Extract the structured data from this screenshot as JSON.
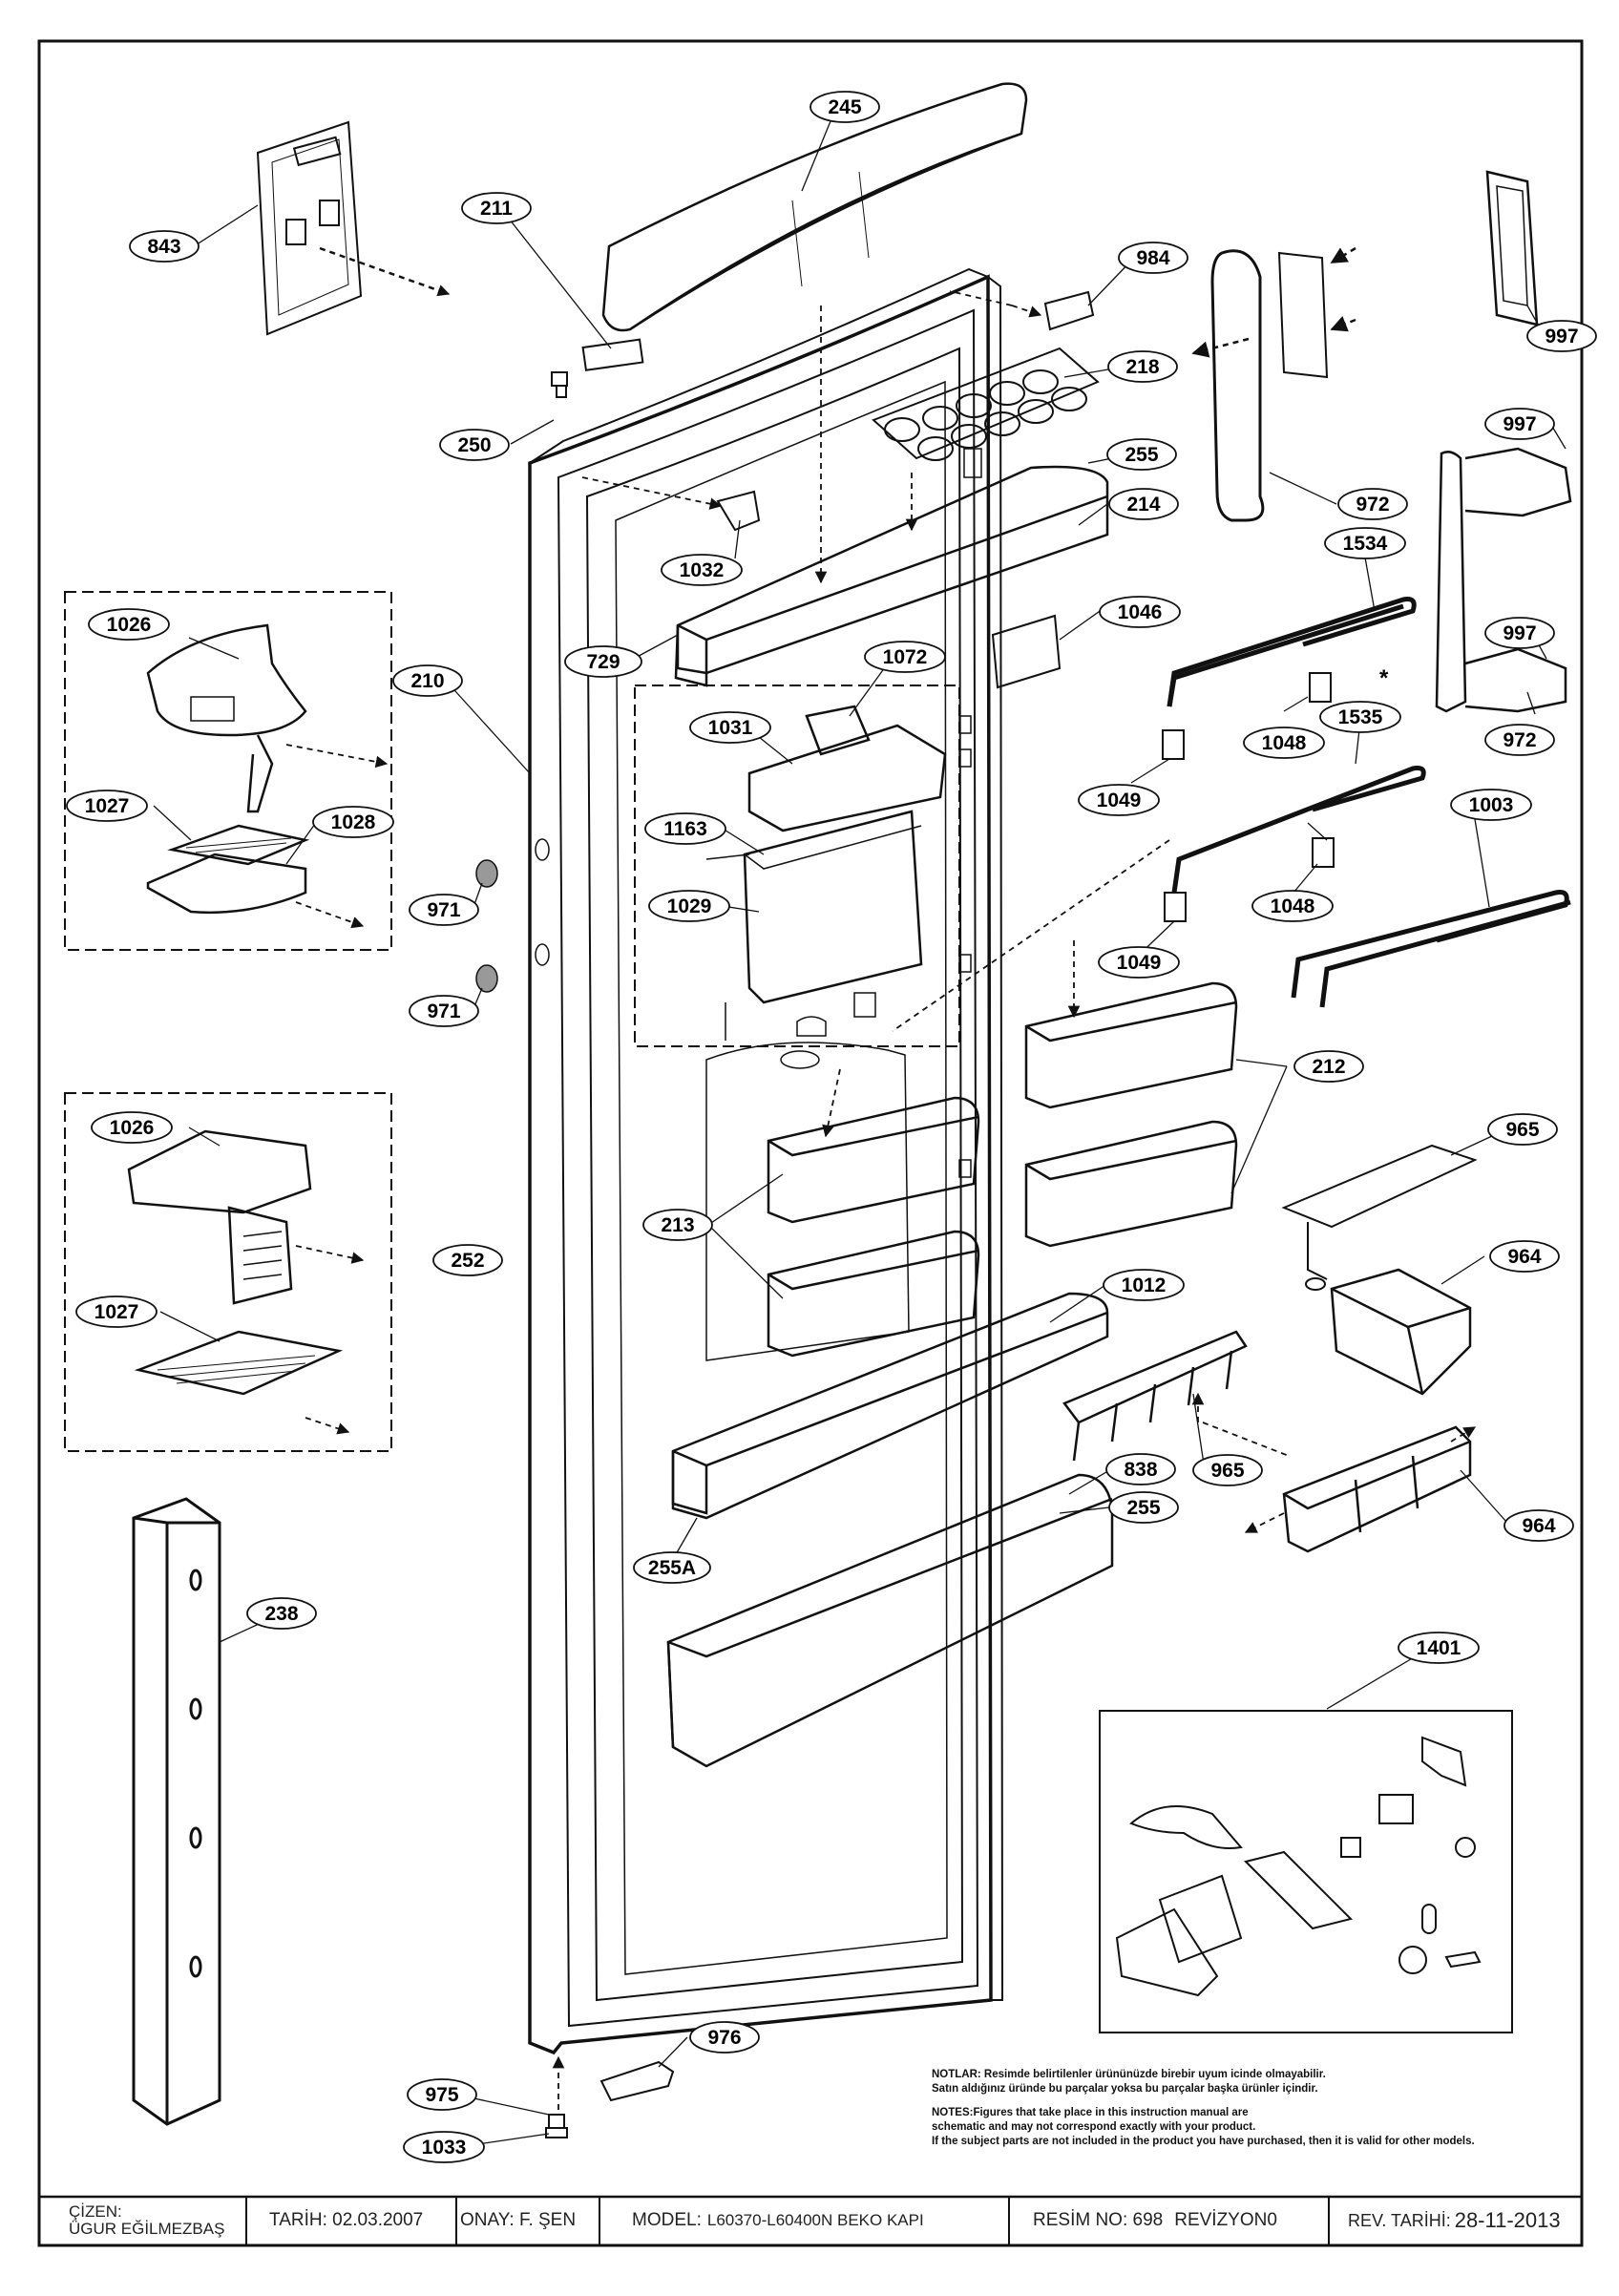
{
  "labels": [
    {
      "id": "843",
      "text": "843"
    },
    {
      "id": "245",
      "text": "245"
    },
    {
      "id": "211",
      "text": "211"
    },
    {
      "id": "984",
      "text": "984"
    },
    {
      "id": "997a",
      "text": "997"
    },
    {
      "id": "218",
      "text": "218"
    },
    {
      "id": "250",
      "text": "250"
    },
    {
      "id": "255a",
      "text": "255"
    },
    {
      "id": "997b",
      "text": "997"
    },
    {
      "id": "214",
      "text": "214"
    },
    {
      "id": "972a",
      "text": "972"
    },
    {
      "id": "1032",
      "text": "1032"
    },
    {
      "id": "1534",
      "text": "1534"
    },
    {
      "id": "1026a",
      "text": "1026"
    },
    {
      "id": "1046",
      "text": "1046"
    },
    {
      "id": "997c",
      "text": "997"
    },
    {
      "id": "729",
      "text": "729"
    },
    {
      "id": "1072",
      "text": "1072"
    },
    {
      "id": "210",
      "text": "210"
    },
    {
      "id": "1048a",
      "text": "1048"
    },
    {
      "id": "1535",
      "text": "1535"
    },
    {
      "id": "972b",
      "text": "972"
    },
    {
      "id": "1031",
      "text": "1031"
    },
    {
      "id": "1049a",
      "text": "1049"
    },
    {
      "id": "1027a",
      "text": "1027"
    },
    {
      "id": "1003",
      "text": "1003"
    },
    {
      "id": "1028",
      "text": "1028"
    },
    {
      "id": "1163",
      "text": "1163"
    },
    {
      "id": "971a",
      "text": "971"
    },
    {
      "id": "1029",
      "text": "1029"
    },
    {
      "id": "1048b",
      "text": "1048"
    },
    {
      "id": "1049b",
      "text": "1049"
    },
    {
      "id": "971b",
      "text": "971"
    },
    {
      "id": "212",
      "text": "212"
    },
    {
      "id": "1026b",
      "text": "1026"
    },
    {
      "id": "965a",
      "text": "965"
    },
    {
      "id": "213",
      "text": "213"
    },
    {
      "id": "252",
      "text": "252"
    },
    {
      "id": "964a",
      "text": "964"
    },
    {
      "id": "1012",
      "text": "1012"
    },
    {
      "id": "1027b",
      "text": "1027"
    },
    {
      "id": "838",
      "text": "838"
    },
    {
      "id": "965b",
      "text": "965"
    },
    {
      "id": "255b",
      "text": "255"
    },
    {
      "id": "964b",
      "text": "964"
    },
    {
      "id": "255A",
      "text": "255A"
    },
    {
      "id": "238",
      "text": "238"
    },
    {
      "id": "1401",
      "text": "1401"
    },
    {
      "id": "976",
      "text": "976"
    },
    {
      "id": "975",
      "text": "975"
    },
    {
      "id": "1033",
      "text": "1033"
    }
  ],
  "star_mark": "*",
  "notes": {
    "tr_line1": "NOTLAR: Resimde belirtilenler ürününüzde birebir  uyum icinde olmayabilir.",
    "tr_line2": "Satın aldığınız üründe bu parçalar yoksa bu parçalar başka ürünler içindir.",
    "en_line1": "NOTES:Figures that take place in this instruction manual are",
    "en_line2": "schematic  and may not correspond exactly with your product.",
    "en_line3": "If the subject parts are not included in the product you have purchased, then it is valid for other models."
  },
  "title_block": {
    "cizen_label": "ÇİZEN:",
    "cizen_value": "ÜGUR EĞİLMEZBAŞ",
    "tarih": "TARİH: 02.03.2007",
    "onay": "ONAY: F. ŞEN",
    "model_label": "MODEL:",
    "model_value": "L60370-L60400N BEKO KAPI",
    "resim_no": "RESİM NO: 698",
    "revizyon_label": "REVİZYON",
    "revizyon_value": "0",
    "rev_tarih_label": "REV. TARİHİ:",
    "rev_tarih_value": "28-11-2013"
  }
}
